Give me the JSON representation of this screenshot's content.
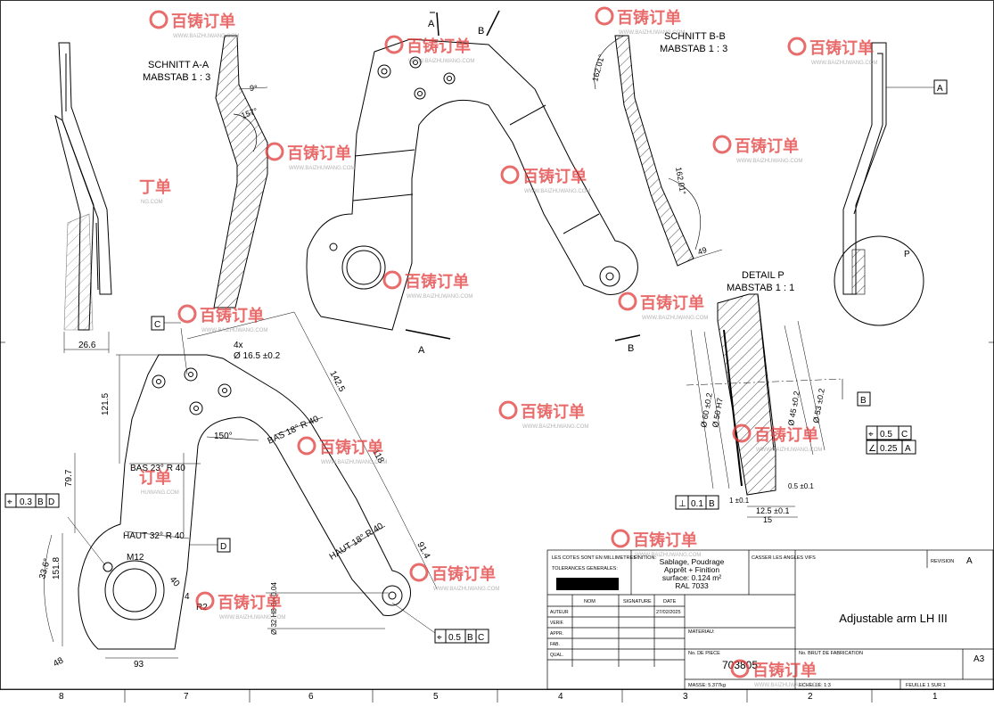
{
  "views": {
    "section_aa": {
      "title": "SCHNITT A-A",
      "scale": "MABSTAB 1 : 3",
      "angle_small": "9°",
      "angle_large": "157°",
      "width": "26.6"
    },
    "section_bb": {
      "title": "SCHNITT B-B",
      "scale": "MABSTAB 1 : 3",
      "angle_top": "162.01°",
      "angle_bottom": "162.01°",
      "dim": "49"
    },
    "detail_p": {
      "title": "DETAIL P",
      "scale": "MABSTAB 1 : 1",
      "dia_bore": "Ø 50 H7",
      "dia_outer": "Ø 60 ±0.2",
      "dia_a": "Ø 45 ±0.2",
      "dia_b": "Ø 53 ±0.2",
      "d1": "1 ±0.1",
      "d2": "0.5 ±0.1",
      "d3": "12.5 ±0.1",
      "d4": "15",
      "datum": "B",
      "detail_label": "P"
    },
    "main_view": {
      "holes": "4x",
      "hole_dia": "Ø 16.5 ±0.2",
      "d_121_5": "121.5",
      "d_142_5": "142.5",
      "d_79_7": "79.7",
      "d_151_8": "151.8",
      "d_93": "93",
      "d_48": "48",
      "d_91_4": "91.4",
      "d_118": "118",
      "d_40": "40",
      "d_m12": "M12",
      "d_r2": "R2",
      "d_4": "4",
      "ang_33_6": "33.6°",
      "ang_150": "150°",
      "d_32": "Ø 32 H8 0/+0.04",
      "bas_18": "BAS 18°  R 40",
      "bas_23": "BAS  23°  R 40",
      "haut_32": "HAUT  32°  R 40",
      "haut_18": "HAUT 18°  R 40",
      "datum_c": "C",
      "datum_d": "D",
      "fcf_left": {
        "sym": "⌖",
        "tol": "0.3",
        "a": "B",
        "b": "D"
      },
      "fcf_bottom": {
        "sym": "⌖",
        "tol": "0.5",
        "a": "B",
        "b": "C"
      }
    },
    "section_marks": {
      "a_top": "A",
      "b_top": "B",
      "a_bot": "A",
      "b_bot": "B"
    },
    "right_view": {
      "datum": "A"
    },
    "fcf_right": [
      {
        "sym": "⌖",
        "tol": "0.5",
        "ref": "C"
      },
      {
        "sym": "∠",
        "tol": "0.25",
        "ref": "A"
      }
    ],
    "perp_fcf": {
      "sym": "⊥",
      "tol": "0.1",
      "ref": "B"
    }
  },
  "title_block": {
    "units_note": "LES COTES SONT EN MILLIMETRES",
    "tolerances": "TOLERANCES GENERALES:",
    "finition_label": "FINITION:",
    "finish": [
      "Sablage, Poudrage",
      "Apprêt + Finition",
      "surface: 0.124 m²",
      "RAL 7033"
    ],
    "break_edges": "CASSER LES ANGLES VIFS",
    "col_nom": "NOM",
    "col_signature": "SIGNATURE",
    "col_date": "DATE",
    "rows": [
      "AUTEUR",
      "VERIF.",
      "APPR.",
      "FAB.",
      "QUAL."
    ],
    "date": "27/02/2025",
    "materiau": "MATERIAU:",
    "no_piece_label": "No. DE PIECE",
    "no_piece": "703805",
    "masse": "MASSE: 5.377kg",
    "echelle": "ECHELLE: 1:3",
    "no_fab_label": "No. BRUT DE FABRICATION",
    "title": "Adjustable arm LH III",
    "revision_label": "REVISION",
    "revision": "A",
    "format": "A3",
    "feuille": "FEUILLE 1 SUR 1"
  },
  "zones": [
    "8",
    "7",
    "6",
    "5",
    "4",
    "3",
    "2",
    "1"
  ],
  "watermark": {
    "text": "百铸订单",
    "url": "WWW.BAIZHUWANG.COM",
    "partial": "订单",
    "partial_url": "HUWANG.COM",
    "partial2": "丁单",
    "partial2_url": "NG.COM"
  }
}
